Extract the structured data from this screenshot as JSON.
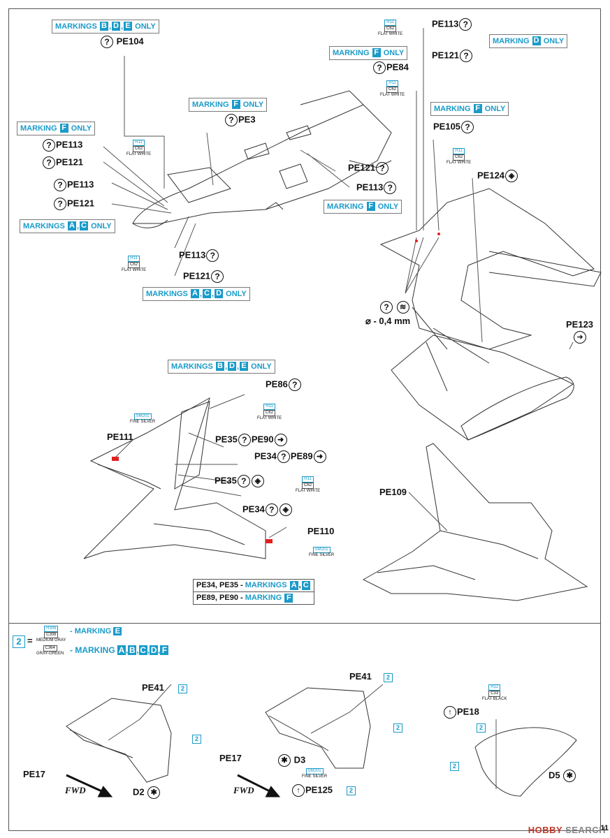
{
  "page": {
    "page_number": "11"
  },
  "markings": {
    "bde_top": "MARKINGS",
    "f_1": "MARKING",
    "f_2": "MARKING",
    "f_3": "MARKING",
    "f_4": "MARKING",
    "f_5": "MARKING",
    "d_only": "MARKING",
    "ac_1": "MARKINGS",
    "acd": "MARKINGS",
    "bde_mid": "MARKINGS",
    "only": "ONLY",
    "letters": {
      "A": "A",
      "B": "B",
      "C": "C",
      "D": "D",
      "E": "E",
      "F": "F"
    }
  },
  "parts": {
    "pe104": "PE104",
    "pe113": "PE113",
    "pe121": "PE121",
    "pe3": "PE3",
    "pe84": "PE84",
    "pe105": "PE105",
    "pe124": "PE124",
    "pe123": "PE123",
    "pe86": "PE86",
    "pe111": "PE111",
    "pe35": "PE35",
    "pe90": "PE90",
    "pe34": "PE34",
    "pe89": "PE89",
    "pe110": "PE110",
    "pe109": "PE109",
    "pe41": "PE41",
    "pe17": "PE17",
    "pe18": "PE18",
    "pe125": "PE125",
    "d2": "D2",
    "d3": "D3",
    "d5": "D5"
  },
  "drill": "⌀ - 0,4 mm",
  "paints": {
    "h11": "H11",
    "c62": "C62",
    "flat_white": "FLAT WHITE",
    "sm201": "SM201",
    "fine_silver": "FINE SILVER",
    "h306": "H306",
    "c306": "C306",
    "medium_gray": "MEDIUM GRAY",
    "c364": "C364",
    "gray_green": "GRAY-GREEN",
    "h12": "H12",
    "c33": "C33",
    "flat_black": "FLAT BLACK"
  },
  "table": {
    "row1_parts": "PE34, PE35 -",
    "row1_mark": "MARKINGS",
    "row2_parts": "PE89, PE90 -",
    "row2_mark": "MARKING"
  },
  "legend": {
    "num": "2",
    "eq": "=",
    "marking_e": "- MARKING",
    "marking_all": "- MARKING"
  },
  "fwd": "FWD",
  "num2": "2",
  "watermark": {
    "brand": "HOBBY",
    "rest": "SEARCH"
  },
  "colors": {
    "accent": "#1a9bc9",
    "red": "#e02020",
    "line": "#333333"
  },
  "icons": [
    "question-mark-icon",
    "bend-arrow-icon",
    "drill-icon",
    "fold-icon",
    "star-icon"
  ]
}
